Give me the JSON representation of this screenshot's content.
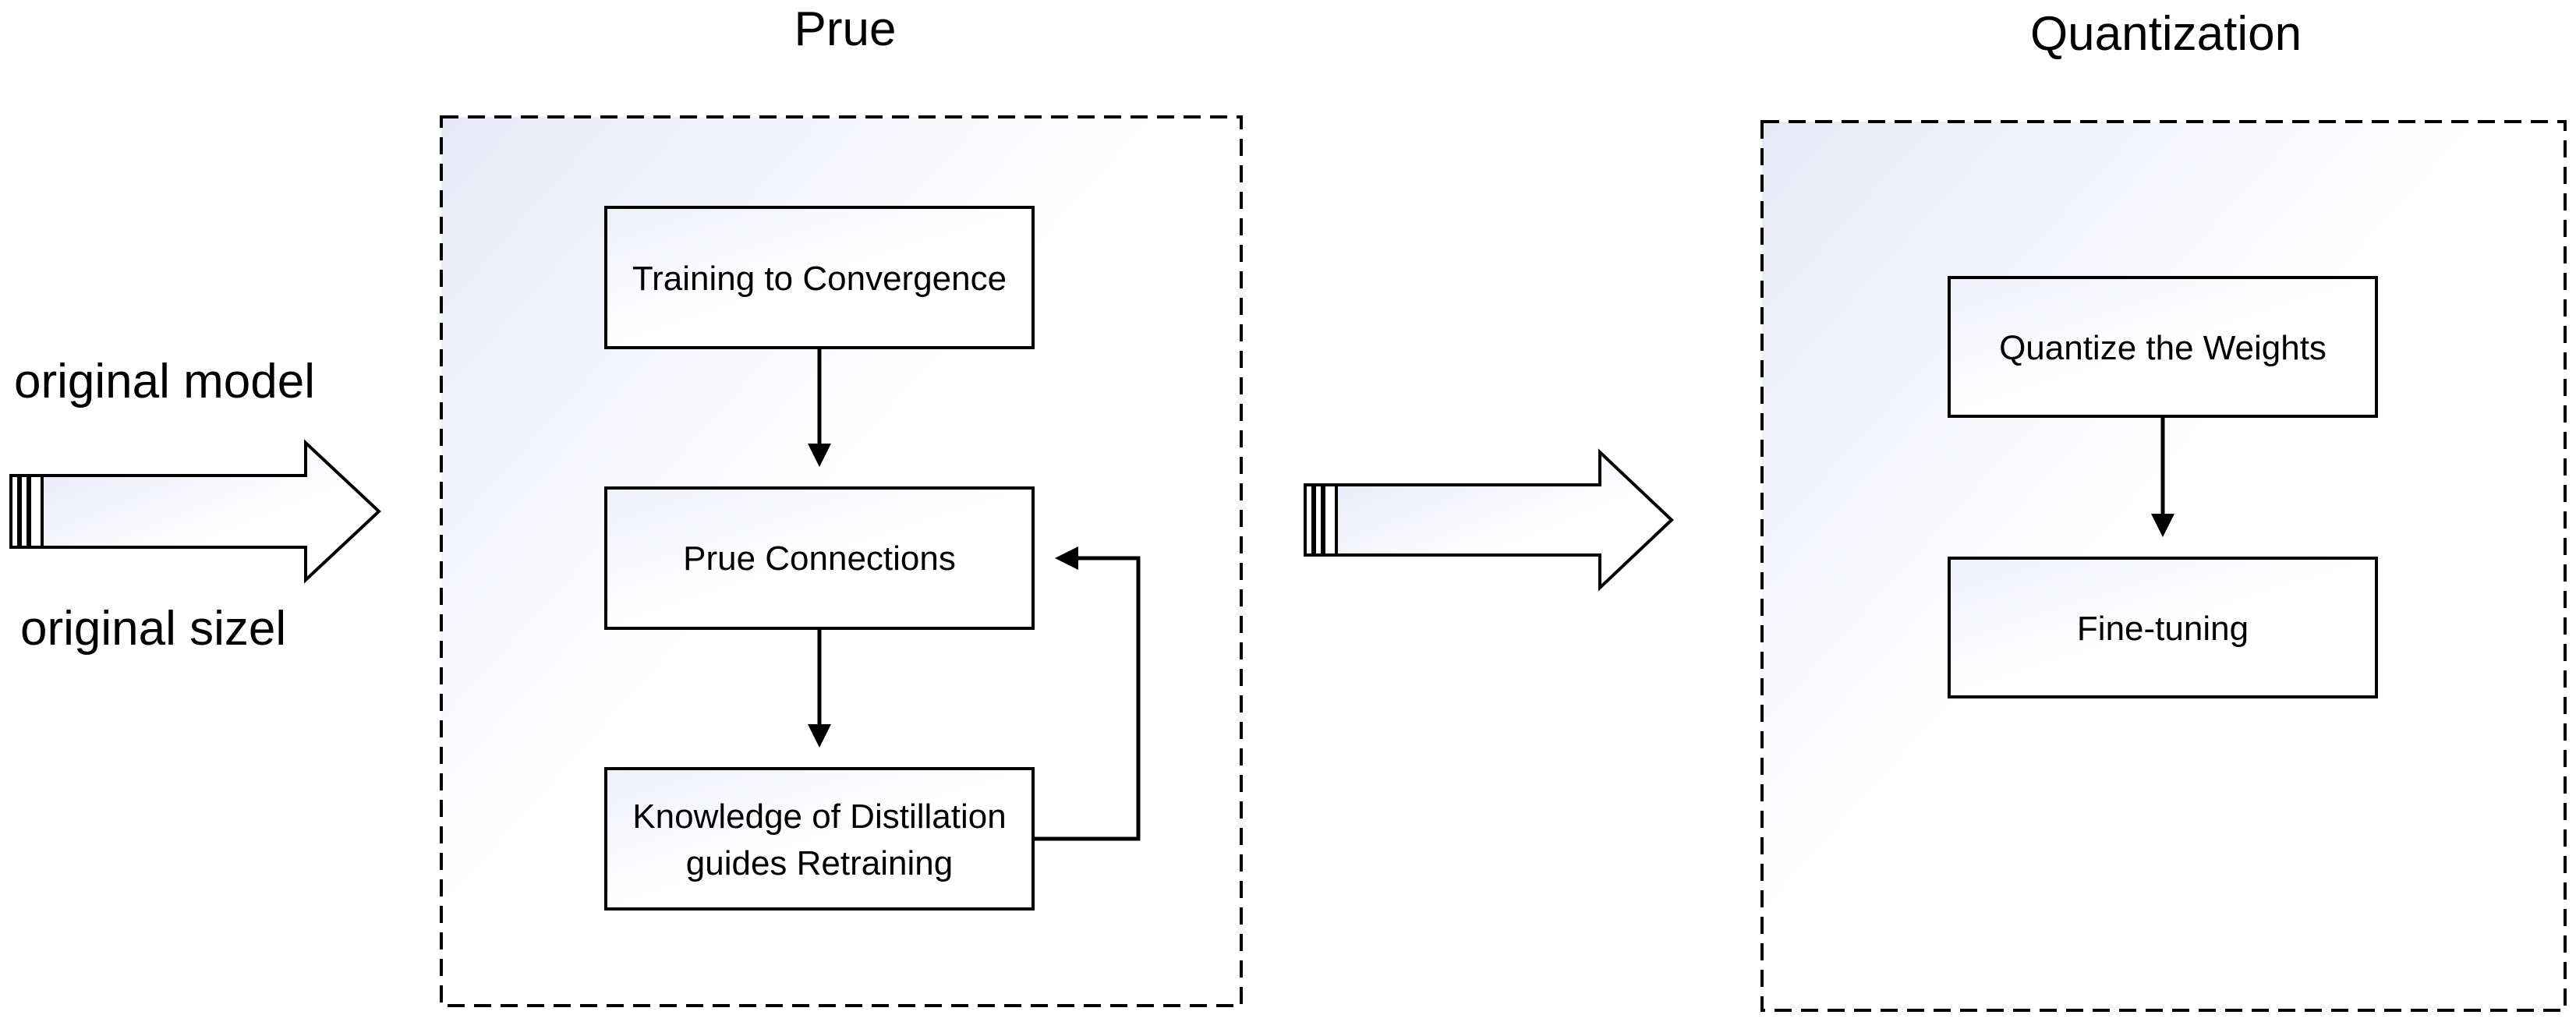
{
  "input": {
    "label_top": "original model",
    "label_bottom": "original sizel"
  },
  "prune_section": {
    "title": "Prue",
    "steps": {
      "training": "Training to Convergence",
      "prune": "Prue Connections",
      "distill_line1": "Knowledge of Distillation",
      "distill_line2": "guides Retraining"
    }
  },
  "quant_section": {
    "title": "Quantization",
    "steps": {
      "quantize": "Quantize the Weights",
      "finetune": "Fine-tuning"
    }
  },
  "colors": {
    "stroke": "#000000",
    "panel_tint": "#e6e8f6",
    "arrow_tint": "#e9ebf7"
  }
}
